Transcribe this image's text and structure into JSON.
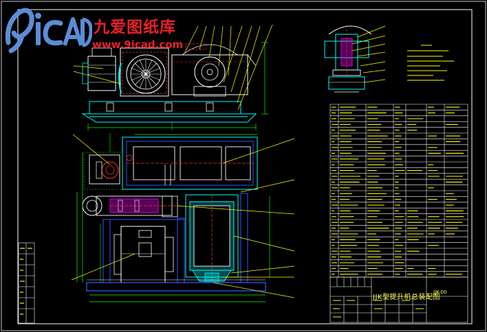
{
  "watermark": {
    "title": "九爱图纸库",
    "url": "www.9icad.com",
    "logo_text": "9iCAD"
  },
  "title_block": {
    "title": "JJK型提升机总装配图",
    "drawing_code": "JJK-00"
  },
  "colors": {
    "background": "#000000",
    "outline": "#ffffff",
    "part": "#00ffff",
    "dimension": "#00ff00",
    "leader": "#ffff00",
    "hidden": "#ff3333",
    "hatch": "#ff00ff",
    "frame": "#3355ff",
    "watermark": "#e8202a"
  },
  "icons": [
    "logo-9icad-icon"
  ]
}
